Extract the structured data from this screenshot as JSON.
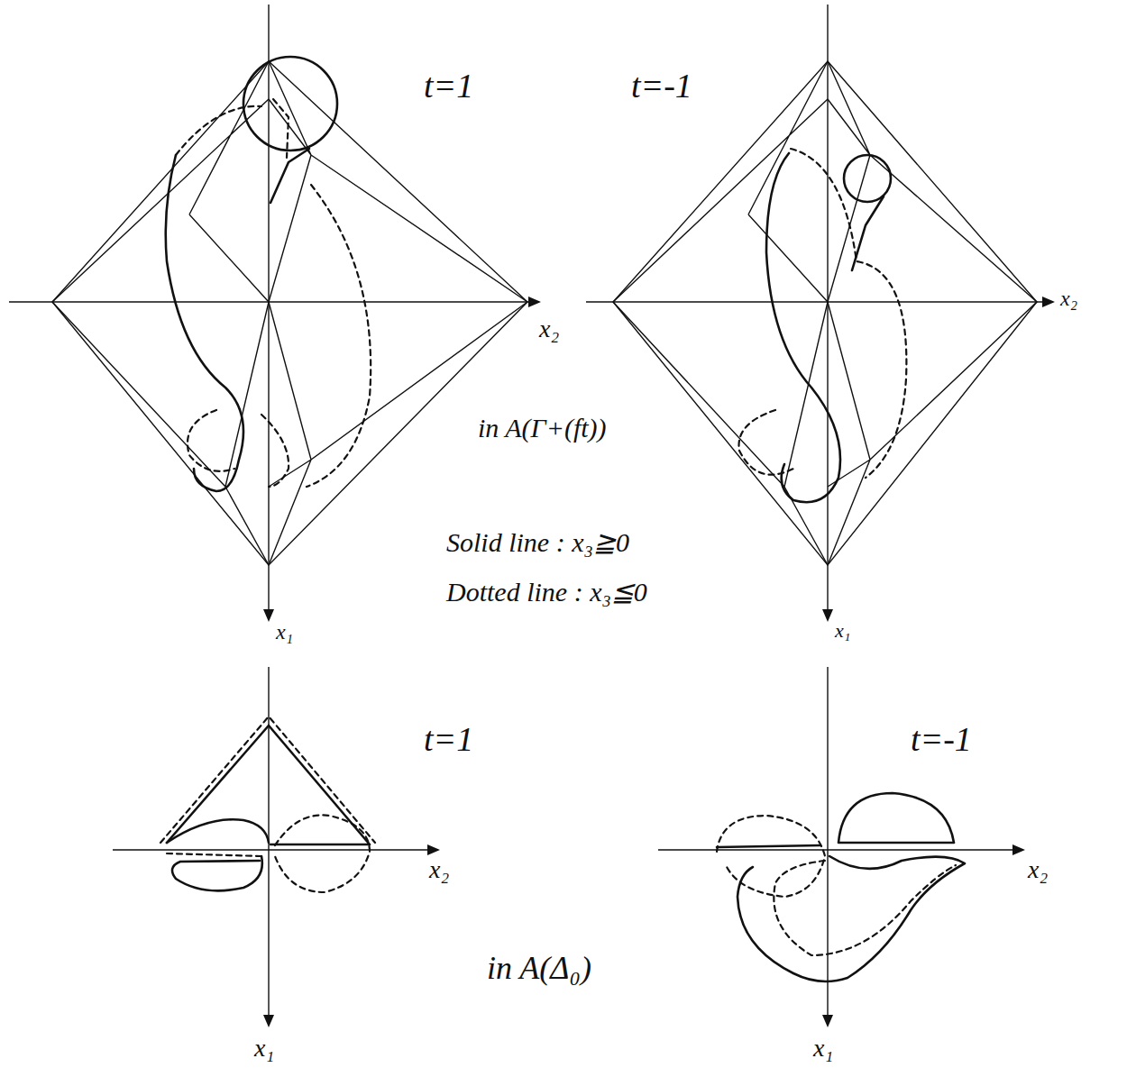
{
  "diagram": {
    "labels": [
      "t=1",
      "t=-1",
      "x₂",
      "x₂",
      "x₁",
      "x₁",
      "in A(Γ+(ft))",
      "Solid line : x₃≧0",
      "Dotted line : x₃≦0",
      "t=1",
      "t=-1",
      "x₂",
      "x₂",
      "x₁",
      "x₁",
      "in A(Δ₀)"
    ]
  }
}
